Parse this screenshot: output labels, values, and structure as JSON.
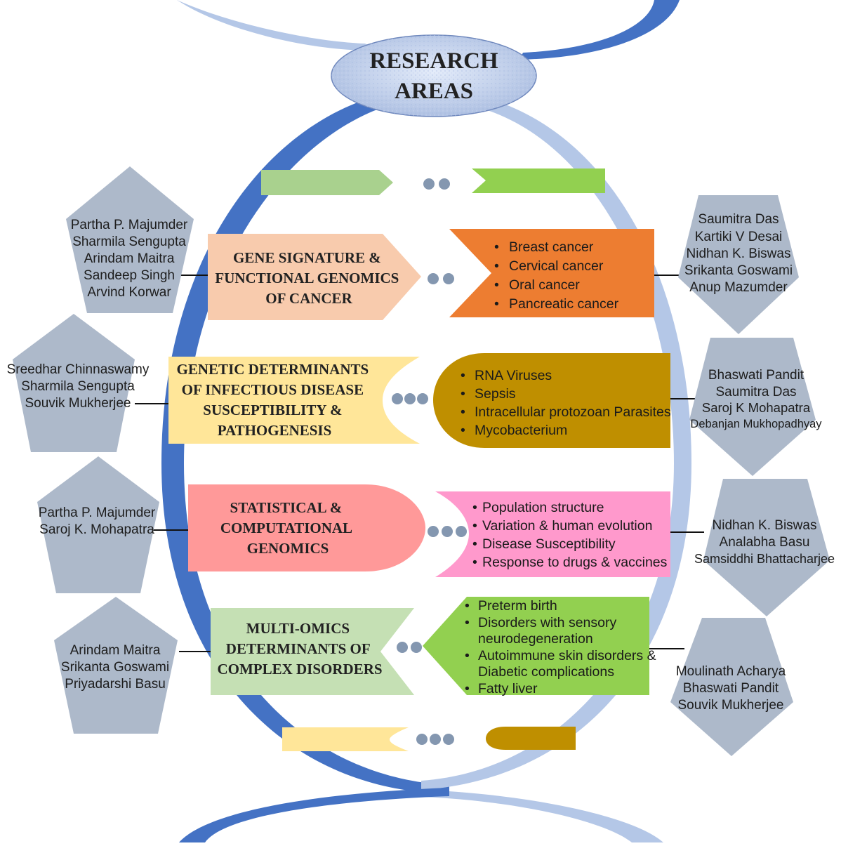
{
  "title": [
    "RESEARCH",
    "AREAS"
  ],
  "areas": [
    {
      "title": [
        "GENE SIGNATURE &",
        "FUNCTIONAL GENOMICS",
        "OF CANCER"
      ],
      "topics": [
        "Breast cancer",
        "Cervical cancer",
        "Oral cancer",
        "Pancreatic cancer"
      ],
      "left_people": [
        "Partha P. Majumder",
        "Sharmila Sengupta",
        "Arindam Maitra",
        "Sandeep Singh",
        "Arvind Korwar"
      ],
      "right_people": [
        "Saumitra Das",
        "Kartiki V Desai",
        "Nidhan K. Biswas",
        "Srikanta Goswami",
        "Anup Mazumder"
      ]
    },
    {
      "title": [
        "GENETIC DETERMINANTS",
        "OF INFECTIOUS DISEASE",
        "SUSCEPTIBILITY &",
        "PATHOGENESIS"
      ],
      "topics": [
        "RNA Viruses",
        "Sepsis",
        "Intracellular protozoan Parasites",
        "Mycobacterium"
      ],
      "left_people": [
        "Sreedhar Chinnaswamy",
        "Sharmila Sengupta",
        "Souvik Mukherjee"
      ],
      "right_people": [
        "Bhaswati Pandit",
        "Saumitra Das",
        "Saroj K Mohapatra",
        "Debanjan Mukhopadhyay"
      ]
    },
    {
      "title": [
        "STATISTICAL &",
        "COMPUTATIONAL",
        "GENOMICS"
      ],
      "topics": [
        "Population structure",
        "Variation & human evolution",
        "Disease Susceptibility",
        "Response to drugs & vaccines"
      ],
      "left_people": [
        "Partha P. Majumder",
        "Saroj K. Mohapatra"
      ],
      "right_people": [
        "Nidhan K. Biswas",
        "Analabha Basu",
        "Samsiddhi Bhattacharjee"
      ]
    },
    {
      "title": [
        "MULTI-OMICS",
        "DETERMINANTS OF",
        "COMPLEX DISORDERS"
      ],
      "topics": [
        "Preterm birth",
        "Disorders with sensory",
        "neurodegeneration",
        "Autoimmune skin disorders &",
        "Diabetic complications",
        "Fatty liver"
      ],
      "left_people": [
        "Arindam Maitra",
        "Srikanta Goswami",
        "Priyadarshi Basu"
      ],
      "right_people": [
        "Moulinath Acharya",
        "Bhaswati Pandit",
        "Souvik Mukherjee"
      ]
    }
  ],
  "colors": {
    "ring_dark": "#4472c4",
    "ring_light": "#b4c7e7",
    "pentagon": "#adb9ca",
    "dots": "#8497b0",
    "cancer_left": "#f8cbad",
    "cancer_right": "#ed7d31",
    "infect_left": "#ffe699",
    "infect_right": "#bf8f00",
    "stat_left": "#ff9999",
    "stat_right": "#ff99cc",
    "omics_left": "#c5e0b4",
    "omics_right": "#92d050"
  }
}
